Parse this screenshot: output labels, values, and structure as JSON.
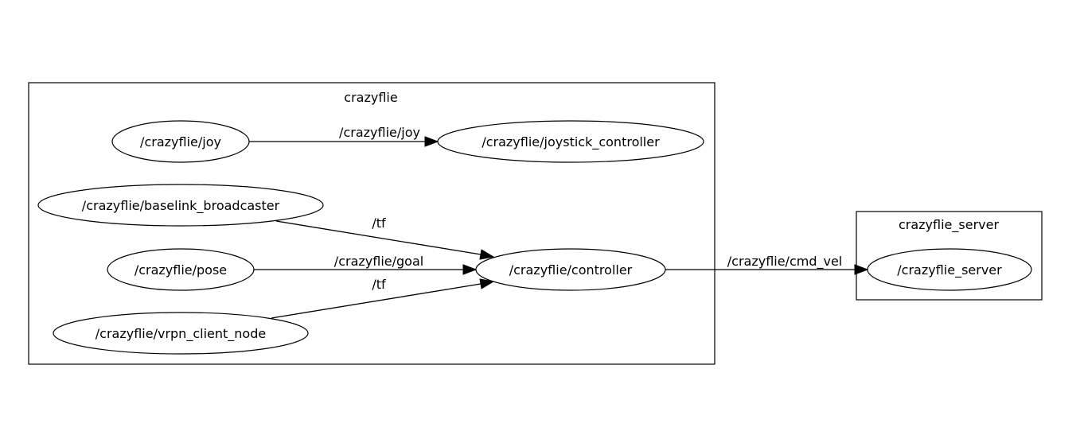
{
  "clusters": {
    "crazyflie": "crazyflie",
    "crazyflie_server": "crazyflie_server"
  },
  "nodes": {
    "joy": "/crazyflie/joy",
    "joystick_controller": "/crazyflie/joystick_controller",
    "baselink_broadcaster": "/crazyflie/baselink_broadcaster",
    "pose": "/crazyflie/pose",
    "controller": "/crazyflie/controller",
    "vrpn_client_node": "/crazyflie/vrpn_client_node",
    "server": "/crazyflie_server"
  },
  "edges": {
    "joy_to_joystick": "/crazyflie/joy",
    "baselink_to_controller": "/tf",
    "pose_to_controller": "/crazyflie/goal",
    "vrpn_to_controller": "/tf",
    "controller_to_server": "/crazyflie/cmd_vel"
  }
}
